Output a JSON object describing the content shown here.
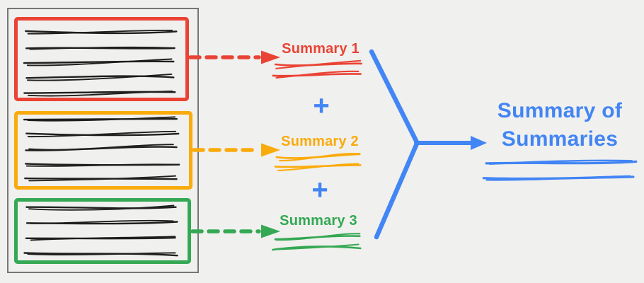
{
  "colors": {
    "background": "#f0f0ee",
    "panel_border": "#767676",
    "ink": "#1f1f1f",
    "chunk_red": "#ea4335",
    "chunk_orange": "#faab0c",
    "chunk_green": "#34a853",
    "blue": "#4285f4"
  },
  "document_panel": {
    "chunks": [
      {
        "id": "chunk-1",
        "color_key": "chunk_red",
        "text_line_count": 5
      },
      {
        "id": "chunk-2",
        "color_key": "chunk_orange",
        "text_line_count": 5
      },
      {
        "id": "chunk-3",
        "color_key": "chunk_green",
        "text_line_count": 4
      }
    ]
  },
  "summaries": [
    {
      "label": "Summary 1",
      "color_key": "chunk_red",
      "underline_scribble_count": 2
    },
    {
      "label": "Summary 2",
      "color_key": "chunk_orange",
      "underline_scribble_count": 2
    },
    {
      "label": "Summary 3",
      "color_key": "chunk_green",
      "underline_scribble_count": 2
    }
  ],
  "operators": {
    "plus": "+"
  },
  "output": {
    "label": "Summary of Summaries",
    "color_key": "blue",
    "underline_scribble_count": 2
  }
}
